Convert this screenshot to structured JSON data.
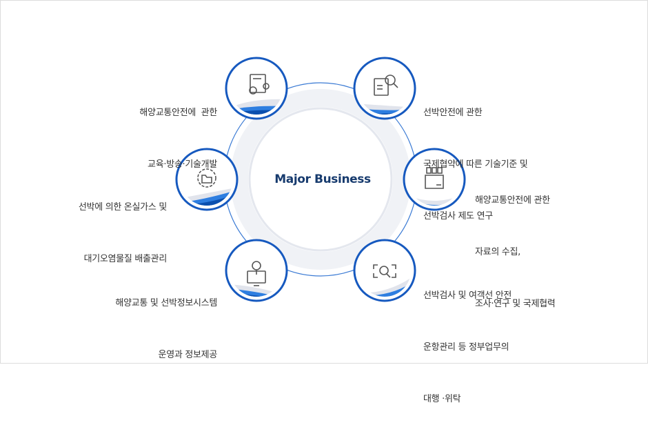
{
  "center": {
    "title": "Major Business"
  },
  "colors": {
    "navy": "#0b4fae",
    "blue": "#1e66c8",
    "light_blue": "#2e8ae6",
    "ring": "#eef0f4",
    "outline": "#2a6fd0",
    "text": "#333333",
    "title": "#173b6e"
  },
  "items": [
    {
      "icon": "gear-document-icon",
      "lines": [
        "해양교통안전에  관한",
        "교육·방송·기술개발"
      ]
    },
    {
      "icon": "document-search-icon",
      "lines": [
        "선박안전에 관한",
        "국제협약에 따른 기술기준 및",
        "선박검사 제도 연구"
      ]
    },
    {
      "icon": "folder-gear-icon",
      "lines": [
        "선박에 의한 온실가스 및",
        "대기오염물질 배출관리"
      ]
    },
    {
      "icon": "files-folder-icon",
      "lines": [
        "해양교통안전에 관한",
        "자료의 수집,",
        "조사·연구 및 국제협력"
      ]
    },
    {
      "icon": "lightbulb-monitor-icon",
      "lines": [
        "해양교통 및 선박정보시스템",
        "운영과 정보제공"
      ]
    },
    {
      "icon": "scan-search-icon",
      "lines": [
        "선박검사 및 여객선 안전",
        "운항관리 등 정부업무의",
        "대행 ·위탁"
      ]
    }
  ]
}
